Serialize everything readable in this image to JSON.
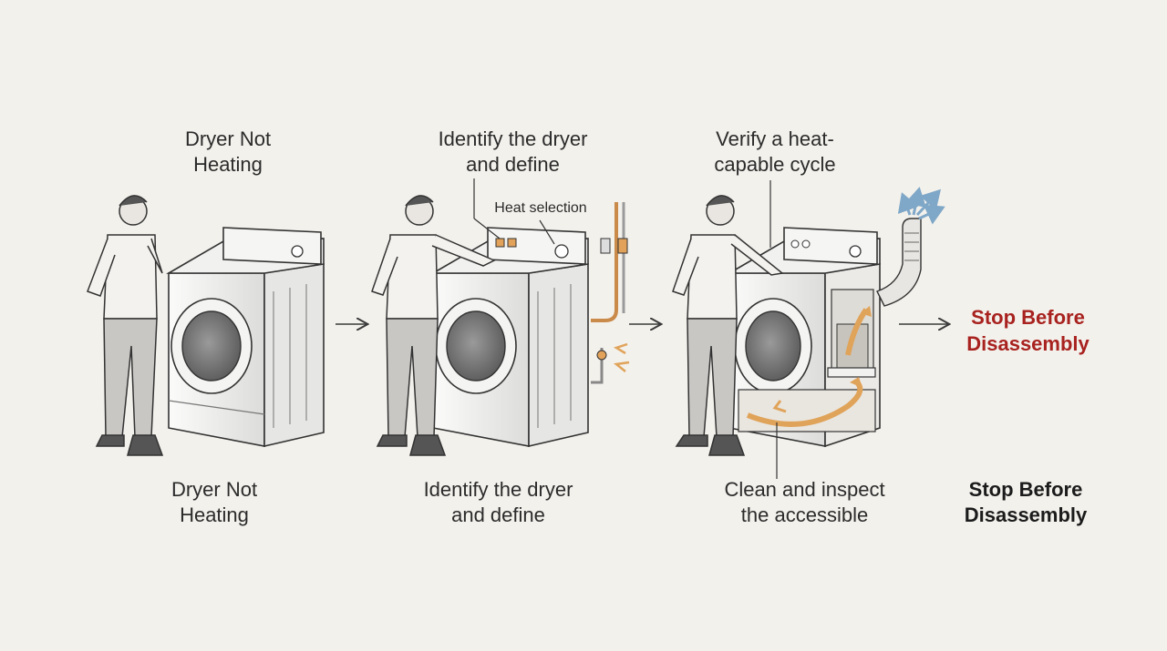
{
  "steps": [
    {
      "top_label": "Dryer Not\nHeating",
      "bottom_label": "Dryer Not\nHeating"
    },
    {
      "top_label": "Identify the dryer\nand define",
      "callout": "Heat selection",
      "bottom_label": "Identify the dryer\nand define"
    },
    {
      "top_label": "Verify a heat-\ncapable cycle",
      "bottom_label": "Clean and inspect\nthe accessible"
    },
    {
      "top_label": "Stop Before\nDisassembly",
      "bottom_label": "Stop Before\nDisassembly"
    }
  ],
  "colors": {
    "background": "#f3f1ec",
    "final_step": "#a8221f",
    "airflow": "#e0a35a",
    "gas_line": "#c98a4a"
  }
}
